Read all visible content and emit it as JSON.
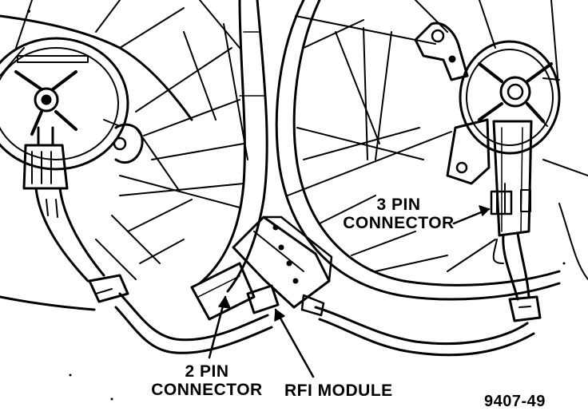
{
  "labels": {
    "three_pin_line1": "3 PIN",
    "three_pin_line2": "CONNECTOR",
    "two_pin_line1": "2 PIN",
    "two_pin_line2": "CONNECTOR",
    "rfi_module": "RFI MODULE",
    "figure_number": "9407-49"
  },
  "colors": {
    "ink": "#000000",
    "paper": "#ffffff"
  }
}
